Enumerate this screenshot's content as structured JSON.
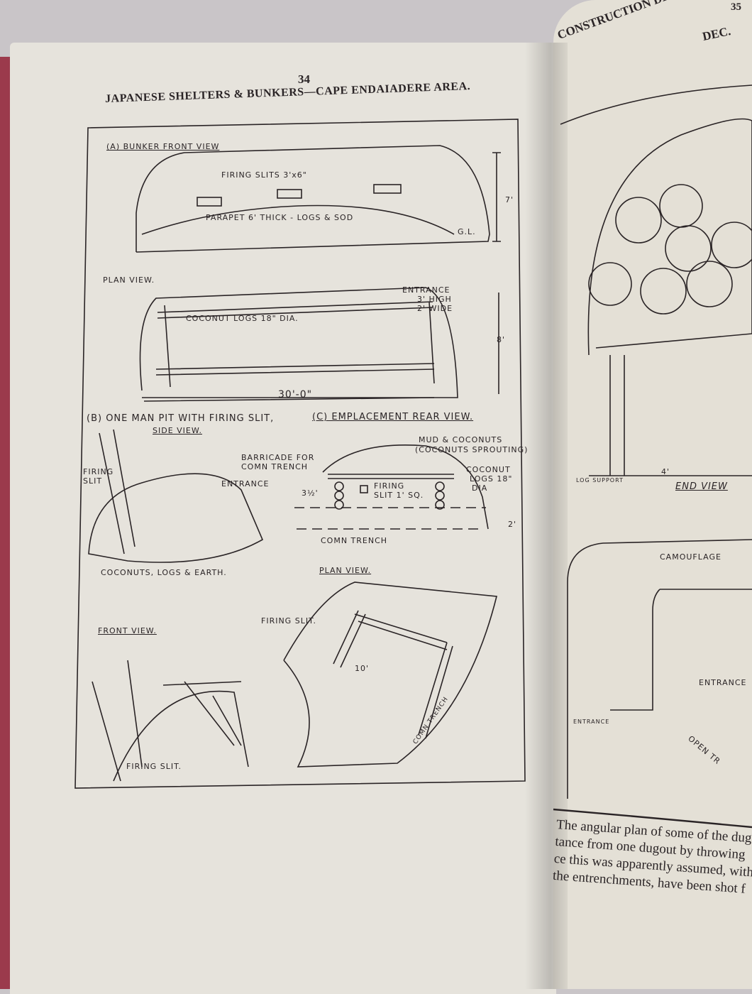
{
  "left_page": {
    "page_number": "34",
    "title": "JAPANESE SHELTERS & BUNKERS—CAPE ENDAIADERE AREA.",
    "labels": {
      "a_heading": "(A) BUNKER FRONT VIEW",
      "firing_slits": "FIRING SLITS 3'x6\"",
      "parapet": "PARAPET 6' THICK - LOGS & SOD",
      "gl": "G.L.",
      "height_7": "7'",
      "plan_view": "PLAN VIEW.",
      "entrance": "ENTRANCE",
      "entrance_dims_1": "3' HIGH",
      "entrance_dims_2": "2' WIDE",
      "coconut_logs": "COCONUT LOGS 18\" DIA.",
      "width_8": "8'",
      "length_30": "30'-0\"",
      "b_heading": "(B) ONE MAN PIT WITH FIRING SLIT,",
      "side_view": "SIDE VIEW.",
      "firing_slit_b": "FIRING SLIT",
      "entrance_b": "ENTRANCE",
      "coconuts_logs_earth": "COCONUTS, LOGS & EARTH.",
      "c_heading": "(C) EMPLACEMENT REAR VIEW.",
      "mud_coconuts": "MUD & COCONUTS",
      "sprouting": "(COCONUTS SPROUTING)",
      "barricade_1": "BARRICADE FOR",
      "barricade_2": "COMN TRENCH",
      "coconut_logs_c_1": "COCONUT",
      "coconut_logs_c_2": "LOGS 18\"",
      "coconut_logs_c_3": "DIA",
      "height_3_5": "3½'",
      "firing_slit_c_1": "FIRING",
      "firing_slit_c_2": "SLIT 1' SQ.",
      "height_2": "2'",
      "comn_trench": "COMN TRENCH",
      "plan_view_c": "PLAN VIEW.",
      "front_view": "FRONT VIEW.",
      "firing_slit_plan": "FIRING SLIT.",
      "dim_10": "10'",
      "comn_trench_plan": "COMN TRENCH",
      "firing_slit_front": "FIRING SLIT."
    }
  },
  "right_page": {
    "page_number": "35",
    "title_line1": "CONSTRUCTION DETAILS JAP EMPL",
    "title_line2": "DEC.",
    "labels": {
      "end_view": "END VIEW",
      "dim_4": "4'",
      "log_support": "LOG SUPPORT",
      "camouflage": "CAMOUFLAGE",
      "entrance_1": "ENTRANCE",
      "entrance_2": "ENTRANCE",
      "open_trench": "OPEN TR"
    },
    "body_text": [
      "The angular plan of some of the dugou",
      "tance from one dugout by throwing",
      "ce this was apparently assumed, with",
      "the entrenchments, have been shot f"
    ]
  }
}
